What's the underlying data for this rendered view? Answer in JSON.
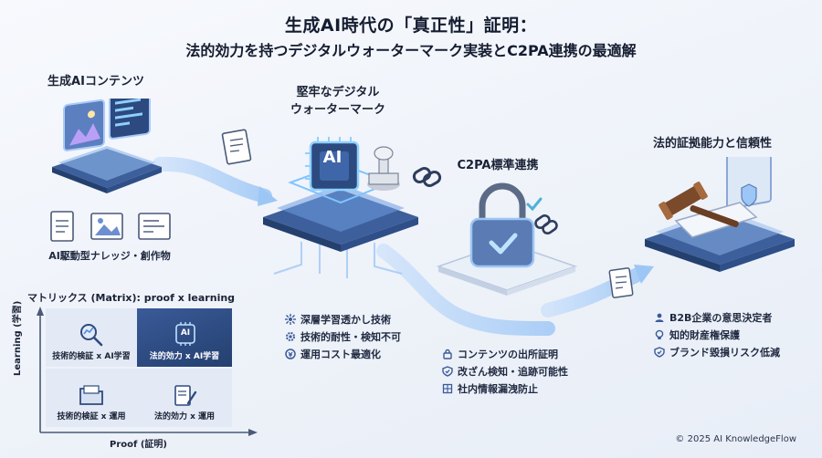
{
  "title": {
    "line1": "生成AI時代の「真正性」証明：",
    "line2": "法的効力を持つデジタルウォーターマーク実装とC2PA連携の最適解"
  },
  "stages": {
    "content": {
      "label": "生成AIコンテンツ",
      "caption": "AI駆動型ナレッジ・創作物"
    },
    "watermark": {
      "label_line1": "堅牢なデジタル",
      "label_line2": "ウォーターマーク",
      "chip_text": "AI",
      "features": [
        "深層学習透かし技術",
        "技術的耐性・検知不可",
        "運用コスト最適化"
      ]
    },
    "c2pa": {
      "label": "C2PA標準連携",
      "features": [
        "コンテンツの出所証明",
        "改ざん検知・追跡可能性",
        "社内情報漏洩防止"
      ]
    },
    "legal": {
      "label": "法的証拠能力と信頼性",
      "features": [
        "B2B企業の意思決定者",
        "知的財産権保護",
        "ブランド毀損リスク低減"
      ]
    }
  },
  "matrix": {
    "title": "マトリックス (Matrix): proof x learning",
    "y_axis": "Learning (学習)",
    "x_axis": "Proof (証明)",
    "cells": {
      "top_left": "技術的検証 x AI学習",
      "top_right": "法的効力 x AI学習",
      "bottom_left": "技術的検証 x 運用",
      "bottom_right": "法的効力 x 運用"
    },
    "chip_text": "AI"
  },
  "footer": "© 2025 AI KnowledgeFlow",
  "colors": {
    "accent": "#4b8fe0",
    "dark_navy": "#24406f",
    "glow": "#7fc4ff"
  }
}
